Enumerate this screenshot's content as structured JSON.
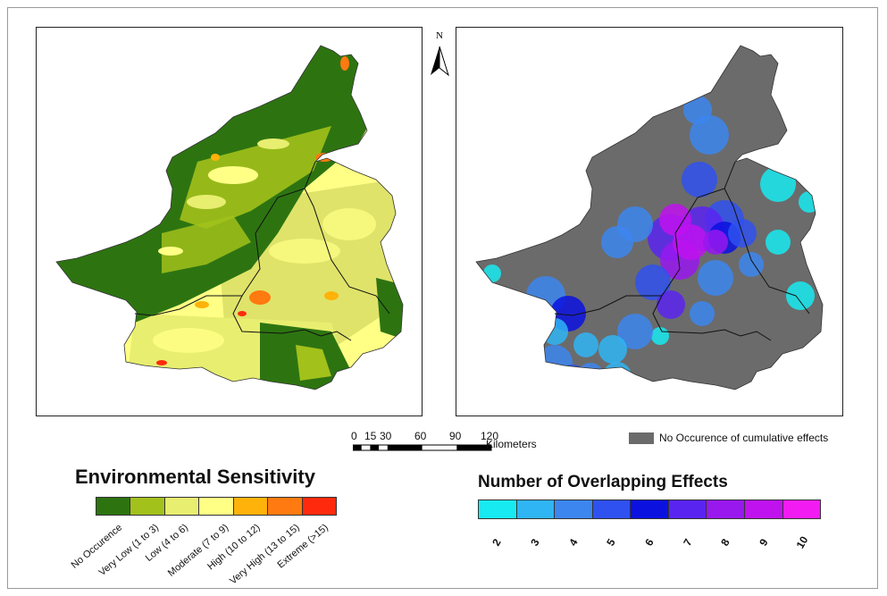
{
  "north_arrow": {
    "label": "N"
  },
  "scale_bar": {
    "ticks": [
      "0",
      "15",
      "30",
      "60",
      "90",
      "120"
    ],
    "unit": "Kilometers"
  },
  "right_map_legend": {
    "label": "No Occurence of cumulative effects",
    "color": "#6b6b6b"
  },
  "environmental_sensitivity": {
    "title": "Environmental Sensitivity",
    "classes": [
      {
        "label": "No Occurence",
        "color": "#2d7411"
      },
      {
        "label": "Very Low (1 to 3)",
        "color": "#a2c11b"
      },
      {
        "label": "Low (4 to 6)",
        "color": "#e8ee70"
      },
      {
        "label": "Moderate (7 to 9)",
        "color": "#ffff86"
      },
      {
        "label": "High (10 to 12)",
        "color": "#ffb20a"
      },
      {
        "label": "Very High (13 to 15)",
        "color": "#ff7a10"
      },
      {
        "label": "Extreme (>15)",
        "color": "#ff2a0e"
      }
    ]
  },
  "overlapping_effects": {
    "title": "Number of Overlapping Effects",
    "classes": [
      {
        "label": "2",
        "color": "#17eaf0"
      },
      {
        "label": "3",
        "color": "#2fb5f4"
      },
      {
        "label": "4",
        "color": "#3c86ef"
      },
      {
        "label": "5",
        "color": "#2f51ef"
      },
      {
        "label": "6",
        "color": "#0b12e0"
      },
      {
        "label": "7",
        "color": "#5a24f0"
      },
      {
        "label": "8",
        "color": "#9818ee"
      },
      {
        "label": "9",
        "color": "#c012ee"
      },
      {
        "label": "10",
        "color": "#f21cf2"
      }
    ]
  }
}
